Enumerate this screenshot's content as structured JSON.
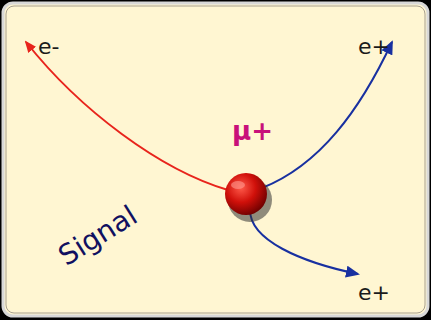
{
  "diagram": {
    "labels": [
      "e-",
      "e+",
      "μ+",
      "e+",
      "Signal"
    ]
  }
}
